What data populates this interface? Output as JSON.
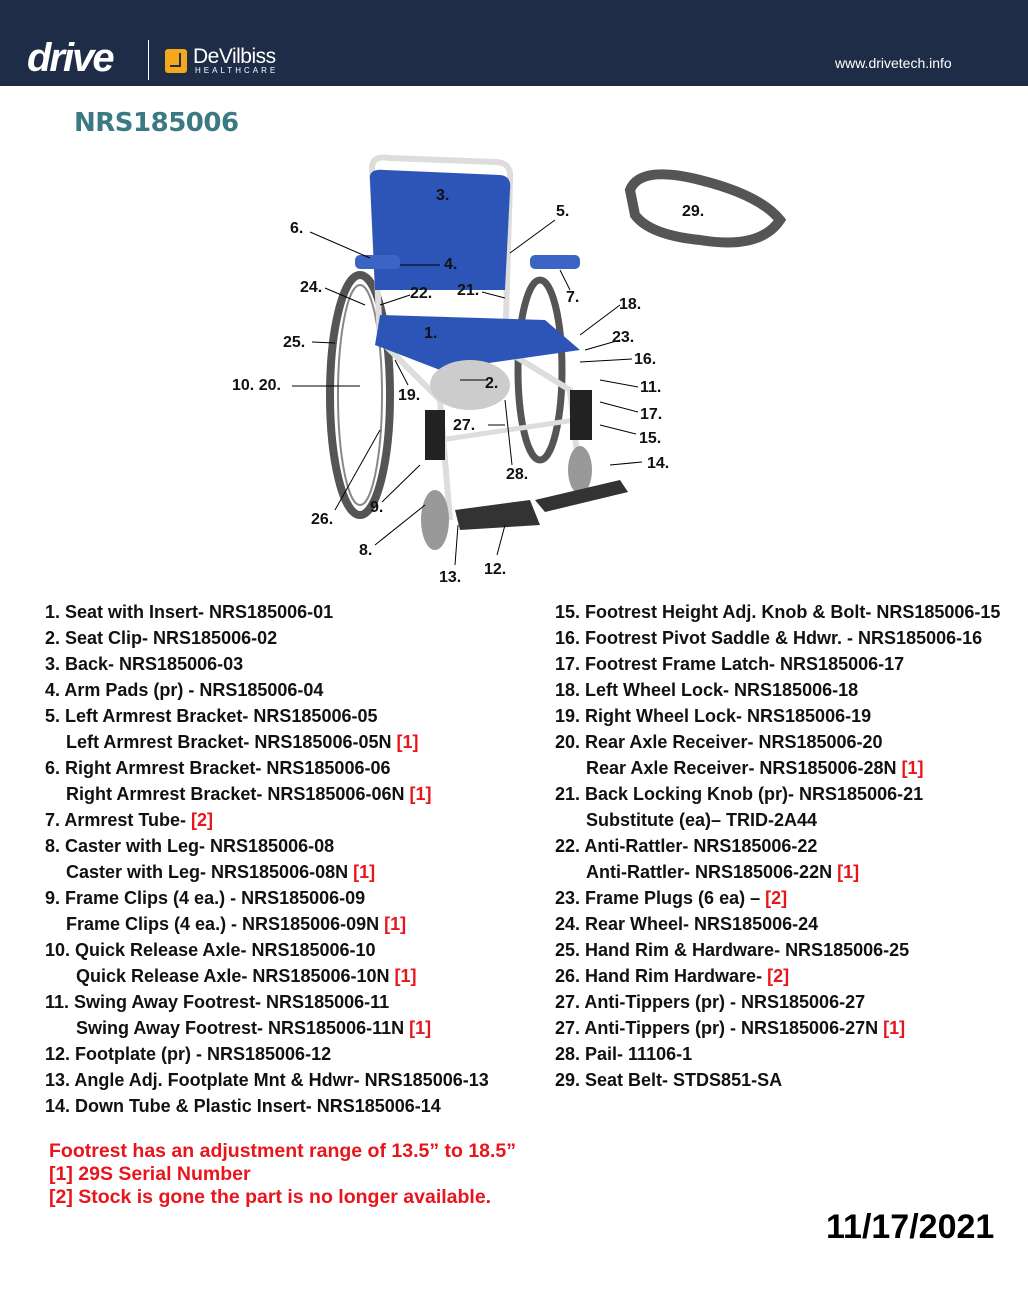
{
  "header": {
    "brand": "drive",
    "partner_brand": "DeVilbiss",
    "partner_sub": "HEALTHCARE",
    "url": "www.drivetech.info"
  },
  "model": "NRS185006",
  "diagram": {
    "callouts": [
      "3.",
      "5.",
      "29.",
      "6.",
      "4.",
      "24.",
      "22.",
      "21.",
      "7.",
      "18.",
      "25.",
      "1.",
      "23.",
      "16.",
      "10. 20.",
      "19.",
      "2.",
      "11.",
      "17.",
      "27.",
      "15.",
      "28.",
      "14.",
      "26.",
      "9.",
      "8.",
      "13.",
      "12."
    ]
  },
  "parts_left": [
    {
      "text": "1. Seat with Insert- NRS185006-01",
      "indent": 0
    },
    {
      "text": "2. Seat Clip- NRS185006-02",
      "indent": 0
    },
    {
      "text": "3. Back- NRS185006-03",
      "indent": 0
    },
    {
      "text": "4. Arm Pads (pr) - NRS185006-04",
      "indent": 0
    },
    {
      "text": "5. Left Armrest Bracket- NRS185006-05",
      "indent": 0
    },
    {
      "text": "Left Armrest Bracket- NRS185006-05N",
      "note": "[1]",
      "indent": 1
    },
    {
      "text": "6. Right Armrest Bracket- NRS185006-06",
      "indent": 0
    },
    {
      "text": "Right Armrest Bracket- NRS185006-06N",
      "note": "[1]",
      "indent": 1
    },
    {
      "text": "7. Armrest Tube-",
      "note": "[2]",
      "indent": 0
    },
    {
      "text": "8. Caster with Leg- NRS185006-08",
      "indent": 0
    },
    {
      "text": "Caster with Leg- NRS185006-08N",
      "note": "[1]",
      "indent": 1
    },
    {
      "text": "9. Frame Clips (4 ea.) - NRS185006-09",
      "indent": 0
    },
    {
      "text": "Frame Clips (4 ea.) - NRS185006-09N",
      "note": "[1]",
      "indent": 1
    },
    {
      "text": "10. Quick Release Axle- NRS185006-10",
      "indent": 0
    },
    {
      "text": "Quick Release Axle- NRS185006-10N",
      "note": "[1]",
      "indent": 2
    },
    {
      "text": "11. Swing Away Footrest- NRS185006-11",
      "indent": 0
    },
    {
      "text": "Swing Away Footrest- NRS185006-11N",
      "note": "[1]",
      "indent": 2
    },
    {
      "text": "12. Footplate (pr) - NRS185006-12",
      "indent": 0
    },
    {
      "text": "13. Angle Adj. Footplate Mnt & Hdwr- NRS185006-13",
      "indent": 0
    },
    {
      "text": "14. Down Tube & Plastic Insert- NRS185006-14",
      "indent": 0
    }
  ],
  "parts_right": [
    {
      "text": "15. Footrest Height Adj. Knob & Bolt- NRS185006-15",
      "indent": 0
    },
    {
      "text": "16. Footrest Pivot Saddle & Hdwr. - NRS185006-16",
      "indent": 0
    },
    {
      "text": "17. Footrest Frame Latch- NRS185006-17",
      "indent": 0
    },
    {
      "text": "18. Left Wheel Lock- NRS185006-18",
      "indent": 0
    },
    {
      "text": "19. Right Wheel Lock- NRS185006-19",
      "indent": 0
    },
    {
      "text": "20. Rear Axle Receiver- NRS185006-20",
      "indent": 0
    },
    {
      "text": "Rear Axle Receiver- NRS185006-28N",
      "note": "[1]",
      "indent": 3
    },
    {
      "text": "21. Back Locking Knob (pr)- NRS185006-21",
      "indent": 0
    },
    {
      "text": "Substitute (ea)– TRID-2A44",
      "indent": 3
    },
    {
      "text": "22. Anti-Rattler- NRS185006-22",
      "indent": 0
    },
    {
      "text": "Anti-Rattler- NRS185006-22N",
      "note": "[1]",
      "indent": 3
    },
    {
      "text": "23. Frame Plugs (6 ea) –",
      "note": "[2]",
      "indent": 0
    },
    {
      "text": "24. Rear Wheel- NRS185006-24",
      "indent": 0
    },
    {
      "text": "25. Hand Rim & Hardware- NRS185006-25",
      "indent": 0
    },
    {
      "text": "26. Hand Rim Hardware-",
      "note": "[2]",
      "indent": 0
    },
    {
      "text": "27. Anti-Tippers (pr) - NRS185006-27",
      "indent": 0
    },
    {
      "text": "27. Anti-Tippers (pr) - NRS185006-27N",
      "note": "[1]",
      "indent": 0
    },
    {
      "text": "28. Pail- 11106-1",
      "indent": 0
    },
    {
      "text": "29. Seat Belt- STDS851-SA",
      "indent": 0
    }
  ],
  "notes": [
    "Footrest has an adjustment range of 13.5” to 18.5”",
    "[1] 29S Serial Number",
    "[2] Stock is gone the part is no longer available."
  ],
  "date": "11/17/2021",
  "colors": {
    "header_bg": "#1f2c47",
    "model_title": "#3b7a82",
    "note_red": "#e8161c",
    "seat_blue": "#2d55b8"
  }
}
